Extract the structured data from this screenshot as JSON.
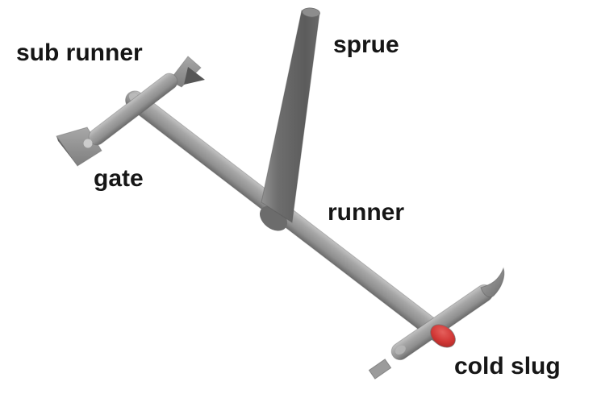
{
  "figure": {
    "labels": {
      "sub_runner": "sub runner",
      "sprue": "sprue",
      "gate": "gate",
      "runner": "runner",
      "cold_slug": "cold slug"
    },
    "colors": {
      "background": "#ffffff",
      "text": "#161616",
      "metal_light": "#bfbfbf",
      "metal_mid": "#9a9a9a",
      "metal_dark": "#6d6d6d",
      "sprue_dark": "#616161",
      "cold_slug_red": "#c62f2f"
    }
  }
}
